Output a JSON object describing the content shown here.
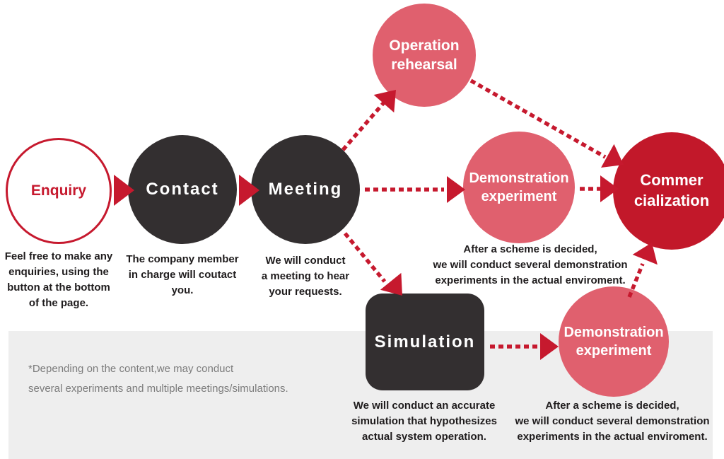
{
  "colors": {
    "accent-red": "#c6192e",
    "pink": "#e0606e",
    "dark-red": "#c2182a",
    "dark": "#332f30",
    "band-gray": "#eeeeee",
    "note-gray": "#7c7c7c",
    "text-dark": "#1f1c1d"
  },
  "nodes": {
    "enquiry": {
      "label": "Enquiry",
      "description": "Feel free to make any\nenquiries, using the\nbutton at the bottom\nof the page."
    },
    "contact": {
      "label": "Contact",
      "description": "The company member\nin charge will coutact\nyou."
    },
    "meeting": {
      "label": "Meeting",
      "description": "We will conduct\na meeting to hear\nyour requests."
    },
    "operation_rehearsal": {
      "label": "Operation\nrehearsal"
    },
    "demonstration_experiment_top": {
      "label": "Demonstration\nexperiment",
      "description": "After a scheme is decided,\nwe will conduct several demonstration\nexperiments in the actual enviroment."
    },
    "simulation": {
      "label": "Simulation",
      "description": "We will conduct an accurate\nsimulation that hypothesizes\nactual system operation."
    },
    "demonstration_experiment_bottom": {
      "label": "Demonstration\nexperiment",
      "description": "After a scheme is decided,\nwe will conduct several demonstration\nexperiments in the actual enviroment."
    },
    "commercialization": {
      "label": "Commer\ncialization"
    }
  },
  "note": "*Depending on the content,we may conduct\nseveral experiments and multiple meetings/simulations."
}
